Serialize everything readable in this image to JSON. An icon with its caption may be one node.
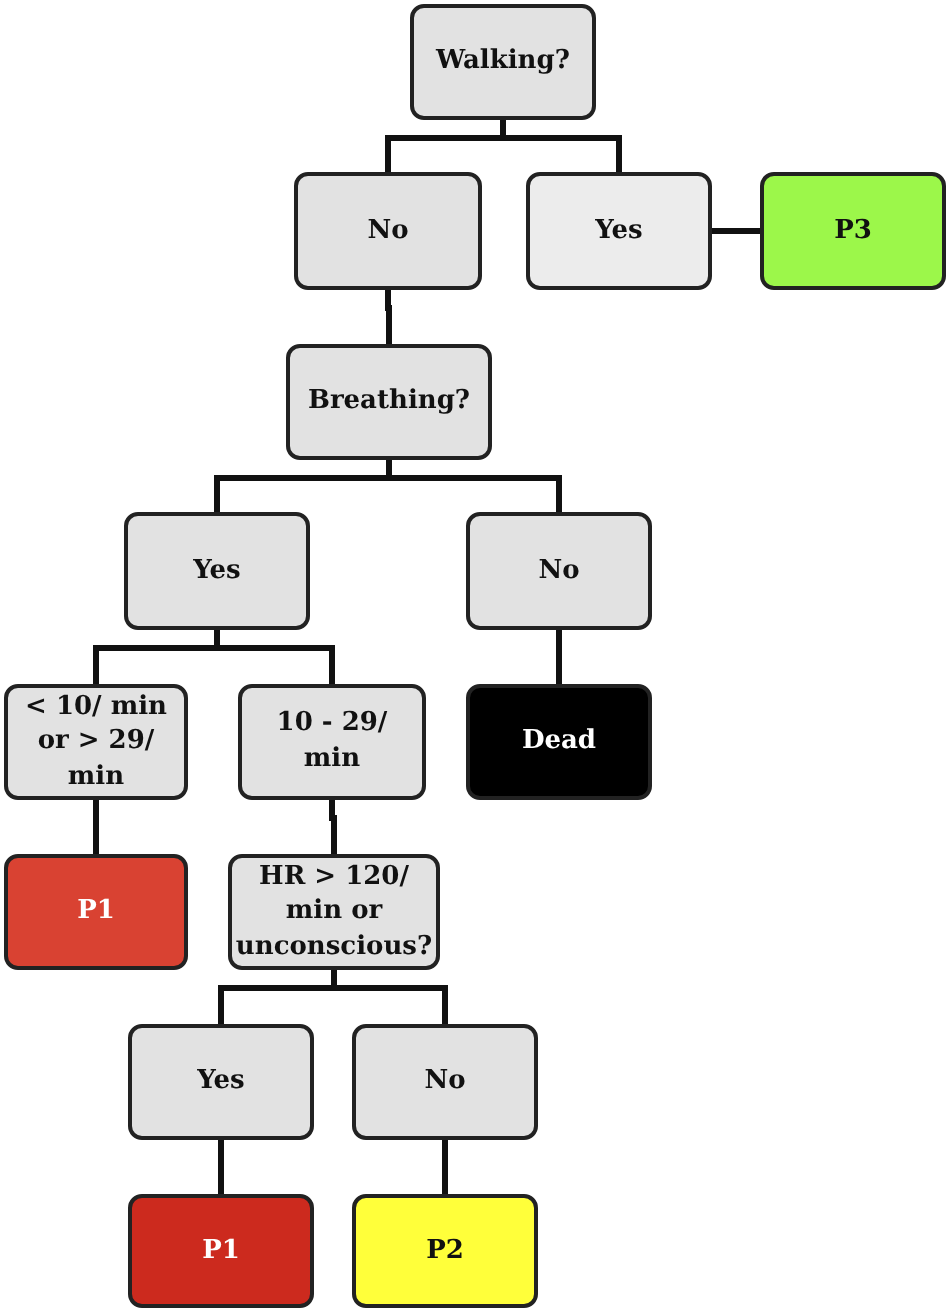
{
  "diagram": {
    "nodes": [
      {
        "text": [
          "Walking?"
        ]
      },
      {
        "text": [
          "No"
        ]
      },
      {
        "text": [
          "Yes"
        ]
      },
      {
        "text": [
          "P3"
        ]
      },
      {
        "text": [
          "Breathing?"
        ]
      },
      {
        "text": [
          "Yes"
        ]
      },
      {
        "text": [
          "No"
        ]
      },
      {
        "text": [
          "< 10/ min or > 29/ min"
        ]
      },
      {
        "text": [
          "10 - 29/ min"
        ]
      },
      {
        "text": [
          "Dead"
        ]
      },
      {
        "text": [
          "P1"
        ]
      },
      {
        "text": [
          "HR > 120/ min or unconscious?"
        ]
      },
      {
        "text": [
          "Yes"
        ]
      },
      {
        "text": [
          "No"
        ]
      },
      {
        "text": [
          "P1"
        ]
      },
      {
        "text": [
          "P2"
        ]
      }
    ],
    "edges": [
      {
        "from": 0,
        "to": 1,
        "arrow": "none"
      },
      {
        "from": 0,
        "to": 2,
        "arrow": "none"
      },
      {
        "from": 2,
        "to": 3,
        "arrow": "none"
      },
      {
        "from": 1,
        "to": 4,
        "arrow": "none"
      },
      {
        "from": 4,
        "to": 5,
        "arrow": "none"
      },
      {
        "from": 4,
        "to": 6,
        "arrow": "none"
      },
      {
        "from": 5,
        "to": 7,
        "arrow": "none"
      },
      {
        "from": 5,
        "to": 8,
        "arrow": "none"
      },
      {
        "from": 6,
        "to": 9,
        "arrow": "none"
      },
      {
        "from": 7,
        "to": 10,
        "arrow": "none"
      },
      {
        "from": 8,
        "to": 11,
        "arrow": "none"
      },
      {
        "from": 11,
        "to": 12,
        "arrow": "none"
      },
      {
        "from": 11,
        "to": 13,
        "arrow": "none"
      },
      {
        "from": 12,
        "to": 14,
        "arrow": "none"
      },
      {
        "from": 13,
        "to": 15,
        "arrow": "none"
      }
    ]
  }
}
